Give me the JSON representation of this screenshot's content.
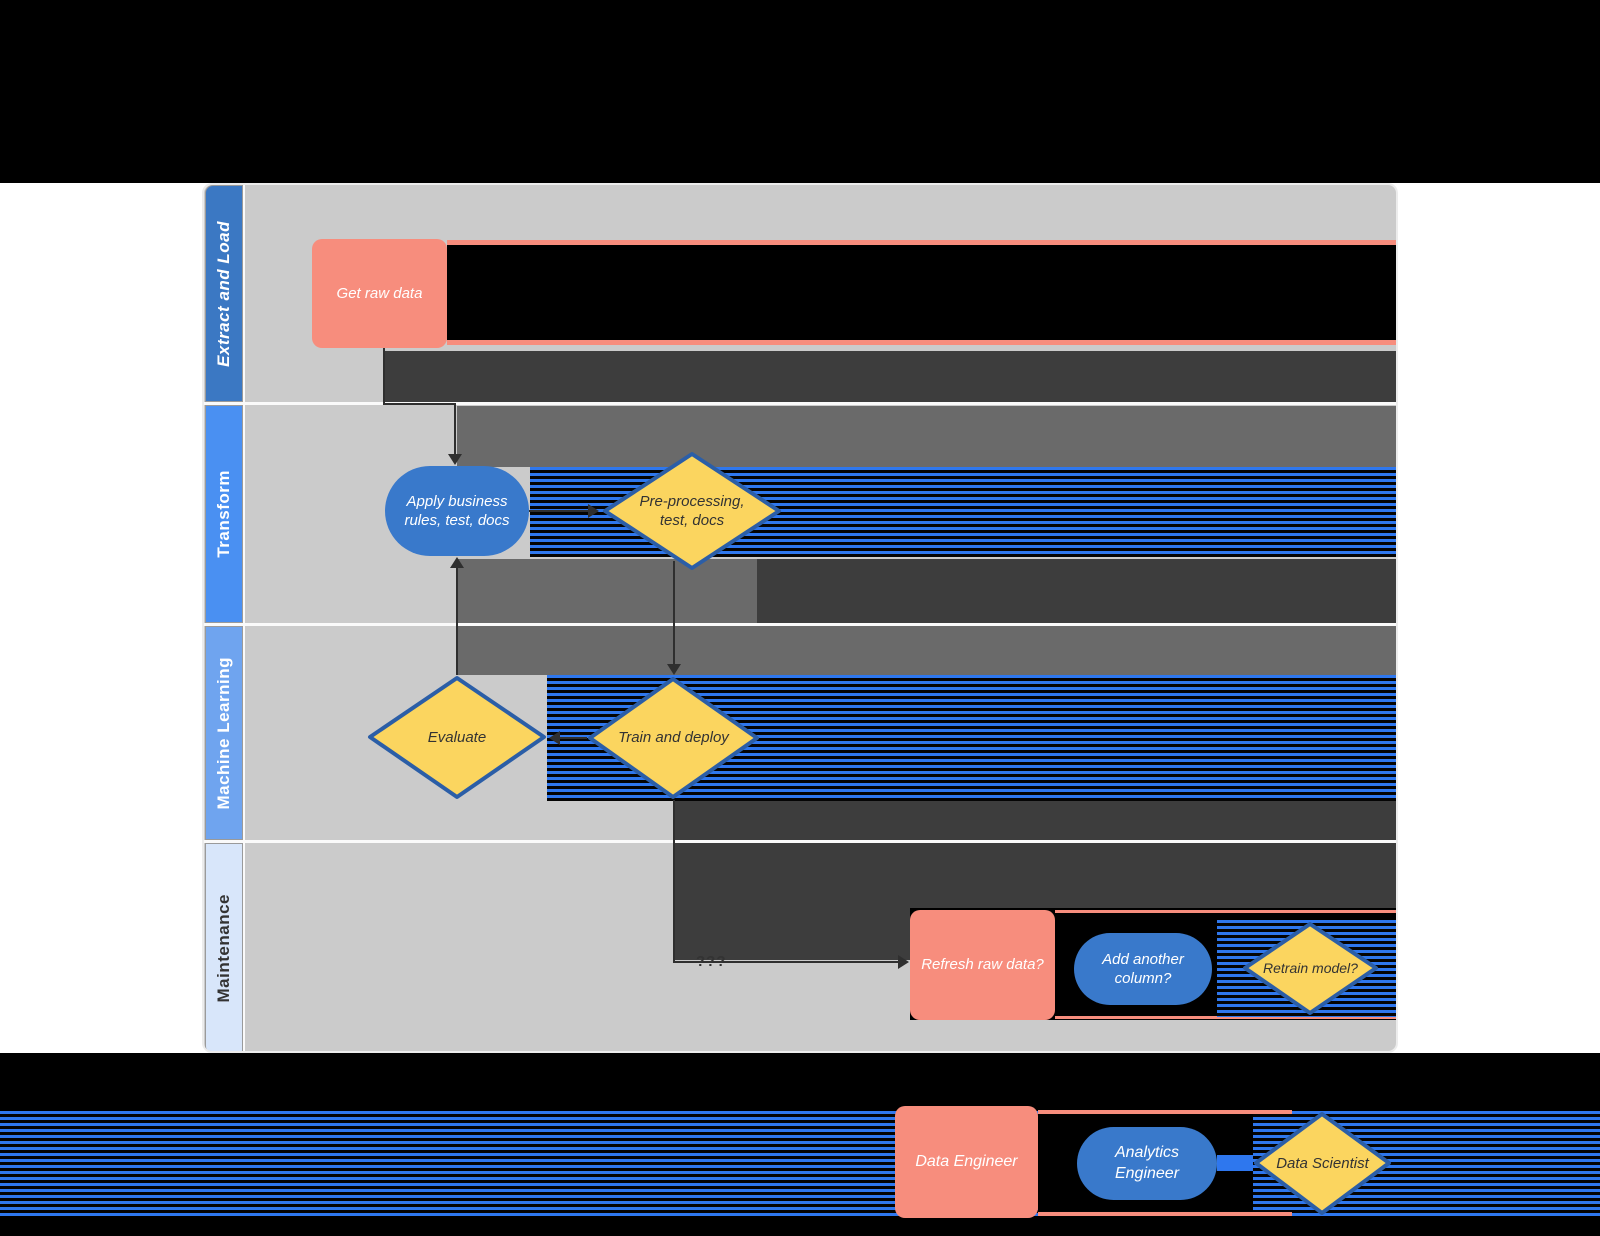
{
  "lanes": [
    {
      "label": "Extract and Load"
    },
    {
      "label": "Transform"
    },
    {
      "label": "Machine Learning"
    },
    {
      "label": "Maintenance"
    }
  ],
  "nodes": {
    "get_raw_data": "Get raw data",
    "apply_rules": "Apply business rules, test, docs",
    "preprocessing": "Pre-processing, test, docs",
    "evaluate": "Evaluate",
    "train_deploy": "Train and deploy",
    "refresh": "Refresh raw data?",
    "add_column": "Add another column?",
    "retrain": "Retrain model?"
  },
  "edges": [
    {
      "from": "Get raw data",
      "to": "Apply business rules, test, docs",
      "label": ""
    },
    {
      "from": "Apply business rules, test, docs",
      "to": "Pre-processing, test, docs",
      "label": ""
    },
    {
      "from": "Pre-processing, test, docs",
      "to": "Train and deploy",
      "label": ""
    },
    {
      "from": "Train and deploy",
      "to": "Evaluate",
      "label": ""
    },
    {
      "from": "Evaluate",
      "to": "Apply business rules, test, docs",
      "label": ""
    },
    {
      "from": "Train and deploy",
      "to": "Refresh raw data?",
      "label": "???"
    }
  ],
  "edge_label": "???",
  "legend": {
    "data_engineer": "Data Engineer",
    "analytics_engineer": "Analytics Engineer",
    "data_scientist": "Data Scientist"
  },
  "colors": {
    "salmon": "#F78D7D",
    "node-blue": "#3979CB",
    "yellow": "#FBD55F",
    "diamond-border": "#2B5EA7",
    "header1": "#3B78C3",
    "header2": "#4A90F2",
    "header3": "#6FA4EF",
    "header4": "#D8E6FA",
    "lane-bg": "#CBCBCB",
    "dark": "#3D3D3D",
    "mid": "#6A6A6A",
    "stripe-blue": "#2E77EE",
    "arrow": "#2F2F2F"
  }
}
